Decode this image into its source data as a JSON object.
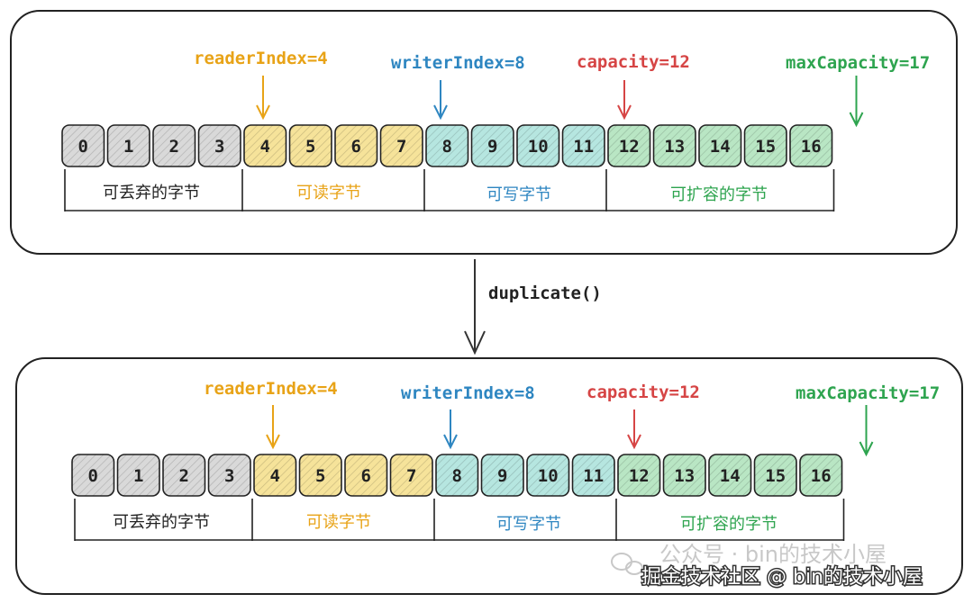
{
  "colors": {
    "discard": "#d9d9d9",
    "readable": "#f6e39a",
    "writable": "#b6e6e0",
    "expandable": "#b9e6c4",
    "reader": "#e8a317",
    "writer": "#2e86c1",
    "capacity": "#d64545",
    "max": "#2ea44f",
    "ink": "#222222"
  },
  "operation": "duplicate()",
  "panels": [
    {
      "pointers": {
        "reader": "readerIndex=4",
        "writer": "writerIndex=8",
        "capacity": "capacity=12",
        "max": "maxCapacity=17"
      },
      "cells": [
        "0",
        "1",
        "2",
        "3",
        "4",
        "5",
        "6",
        "7",
        "8",
        "9",
        "10",
        "11",
        "12",
        "13",
        "14",
        "15",
        "16"
      ],
      "regions": {
        "discard": "可丢弃的字节",
        "readable": "可读字节",
        "writable": "可写字节",
        "expandable": "可扩容的字节"
      }
    },
    {
      "pointers": {
        "reader": "readerIndex=4",
        "writer": "writerIndex=8",
        "capacity": "capacity=12",
        "max": "maxCapacity=17"
      },
      "cells": [
        "0",
        "1",
        "2",
        "3",
        "4",
        "5",
        "6",
        "7",
        "8",
        "9",
        "10",
        "11",
        "12",
        "13",
        "14",
        "15",
        "16"
      ],
      "regions": {
        "discard": "可丢弃的字节",
        "readable": "可读字节",
        "writable": "可写字节",
        "expandable": "可扩容的字节"
      }
    }
  ],
  "watermark": {
    "account": "公众号 · bin的技术小屋",
    "site": "掘金技术社区 @ bin的技术小屋"
  }
}
